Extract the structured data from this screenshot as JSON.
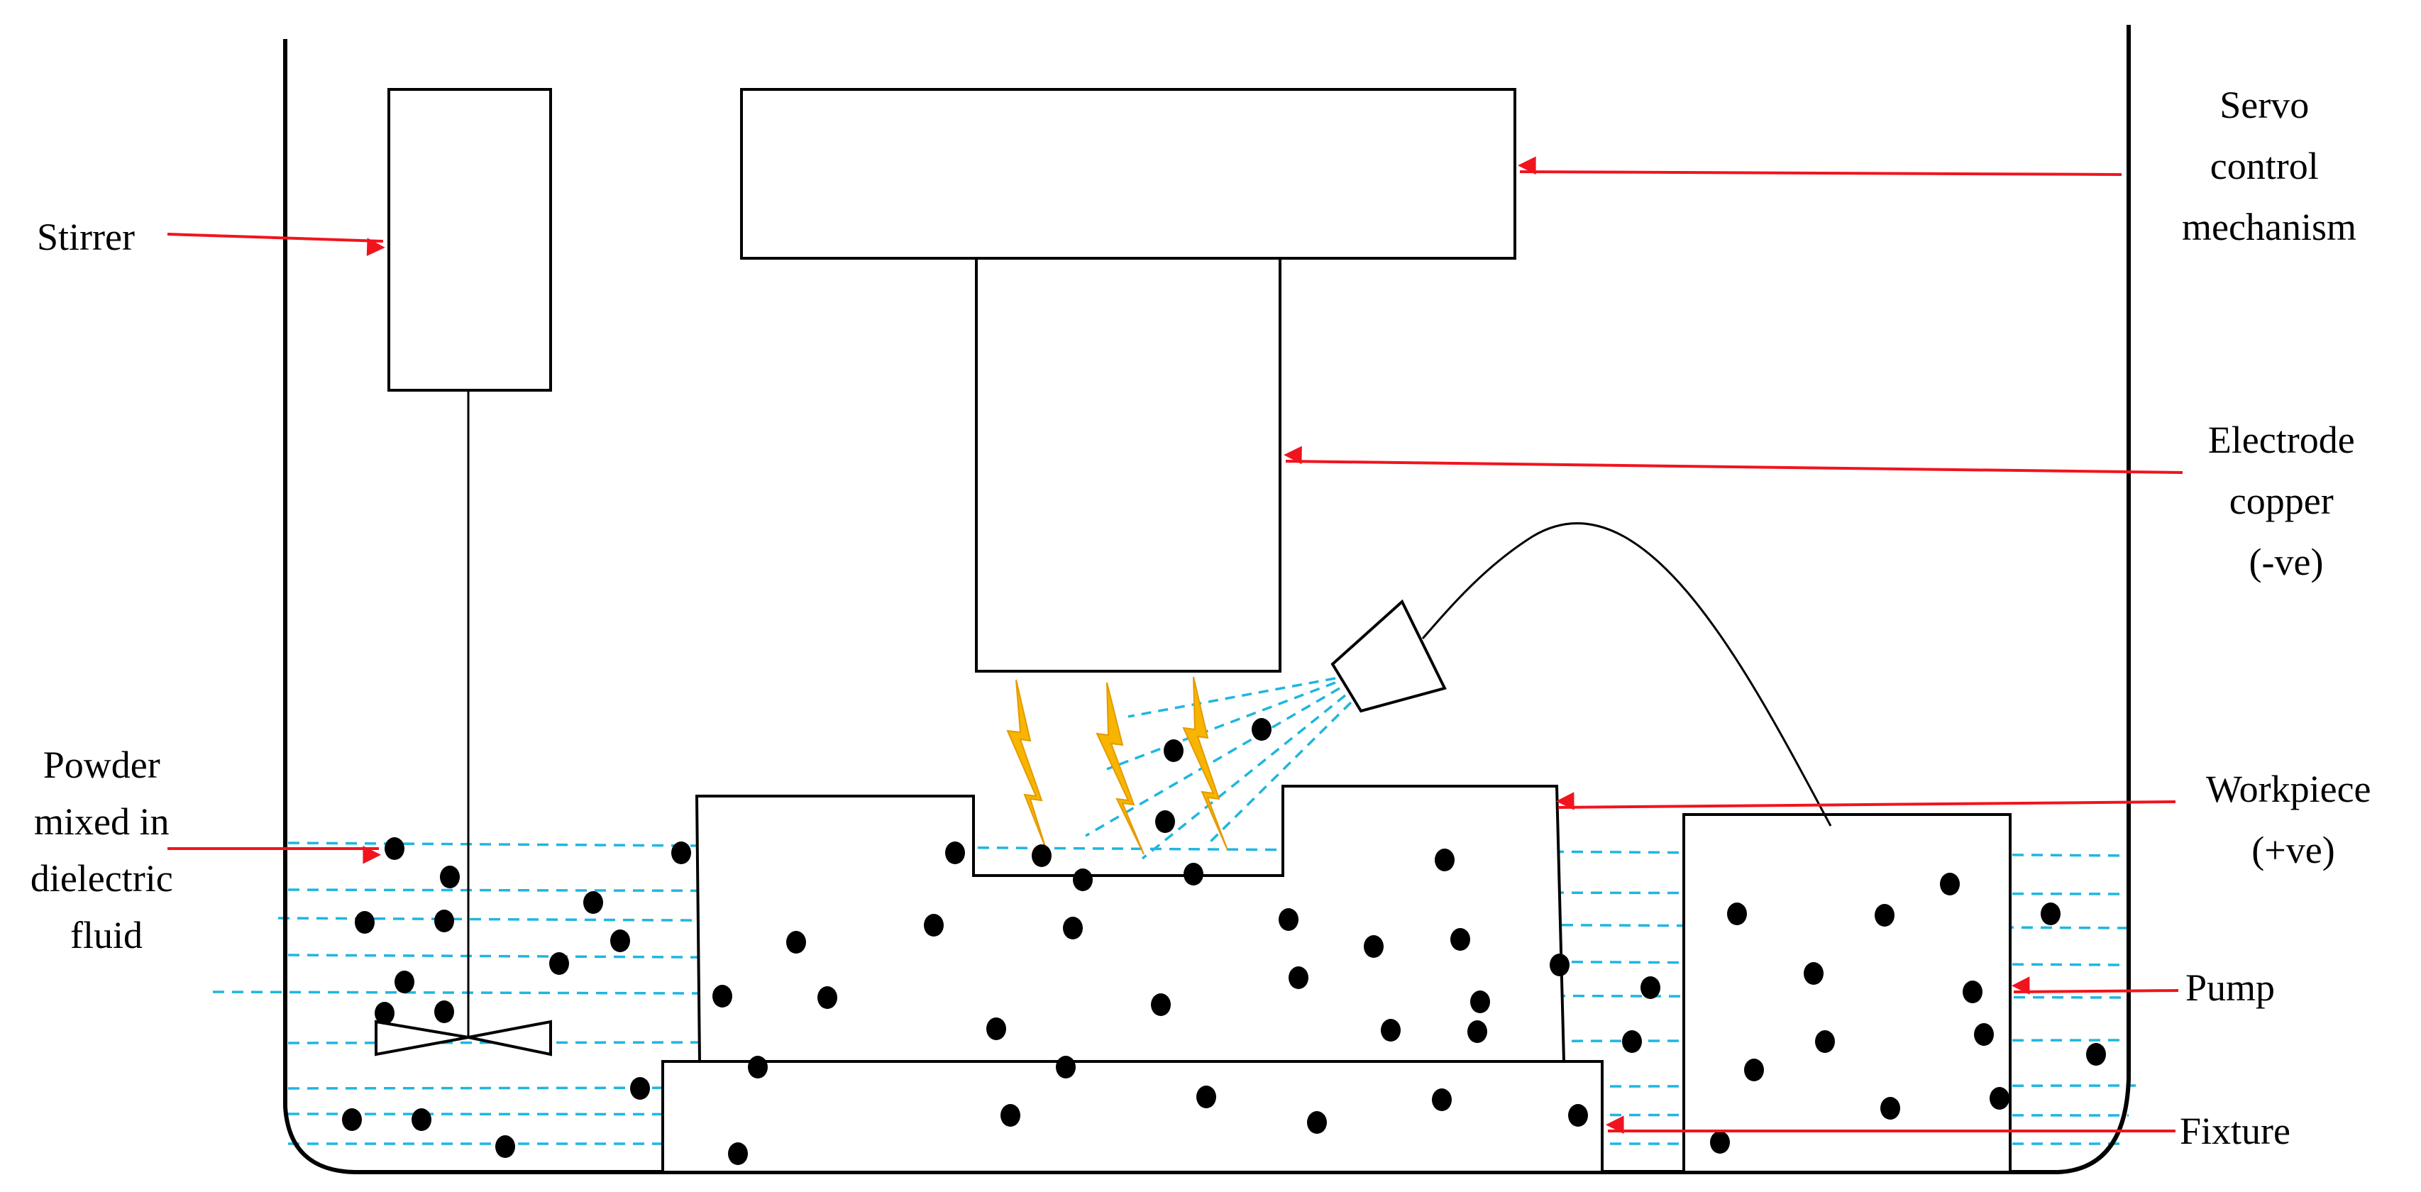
{
  "labels": {
    "stirrer": "Stirrer",
    "servo": [
      "Servo",
      "control",
      "mechanism"
    ],
    "electrode": [
      "Electrode",
      "copper",
      "(-ve)"
    ],
    "powder": [
      "Powder",
      "mixed in",
      "dielectric",
      "fluid"
    ],
    "workpiece": [
      "Workpiece",
      "(+ve)"
    ],
    "pump": "Pump",
    "fixture": "Fixture"
  },
  "colors": {
    "fluid_lines": "#1fb6e0",
    "arrows": "#f0141e",
    "sparks": "#f7b500",
    "particles": "#000000"
  }
}
